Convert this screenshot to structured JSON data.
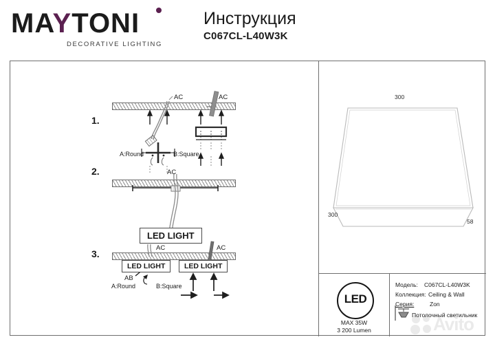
{
  "header": {
    "logo_word_1": "MA",
    "logo_word_accent": "Y",
    "logo_word_2": "TONI",
    "logo_full": "MAYTONI",
    "logo_tagline": "DECORATIVE LIGHTING",
    "doc_title": "Инструкция",
    "doc_model": "C067CL-L40W3K"
  },
  "steps": [
    {
      "number": "1.",
      "labels": {
        "ac_left": "AC",
        "ac_right": "AC",
        "mount_a": "A:Round",
        "mount_b": "B:Square"
      }
    },
    {
      "number": "2.",
      "labels": {
        "ac": "AC",
        "ab": "AB",
        "led_light": "LED LIGHT"
      }
    },
    {
      "number": "3.",
      "labels": {
        "ac_left": "AC",
        "ac_right": "AC",
        "led_light_left": "LED LIGHT",
        "led_light_right": "LED LIGHT",
        "mount_a": "A:Round",
        "mount_b": "B:Square"
      }
    }
  ],
  "product": {
    "dim_top": "300",
    "dim_left": "300",
    "dim_depth": "58"
  },
  "led_badge": {
    "mark": "LED",
    "max_power": "MAX 35W",
    "lumen": "3 200 Lumen"
  },
  "specs": {
    "model_key": "Модель:",
    "model_value": "C067CL-L40W3K",
    "collection_key": "Коллекция:",
    "collection_value": "Ceiling & Wall",
    "series_key": "Серия:",
    "series_value": "Zon",
    "type_value": "Потолочный светильник",
    "type_icon": "ceiling-lamp-icon"
  },
  "watermark": {
    "text": "Avito"
  },
  "colors": {
    "accent": "#5b2050",
    "ink": "#1a1a1a",
    "rule": "#6e6e6e",
    "hatch": "#8d8d8d"
  }
}
